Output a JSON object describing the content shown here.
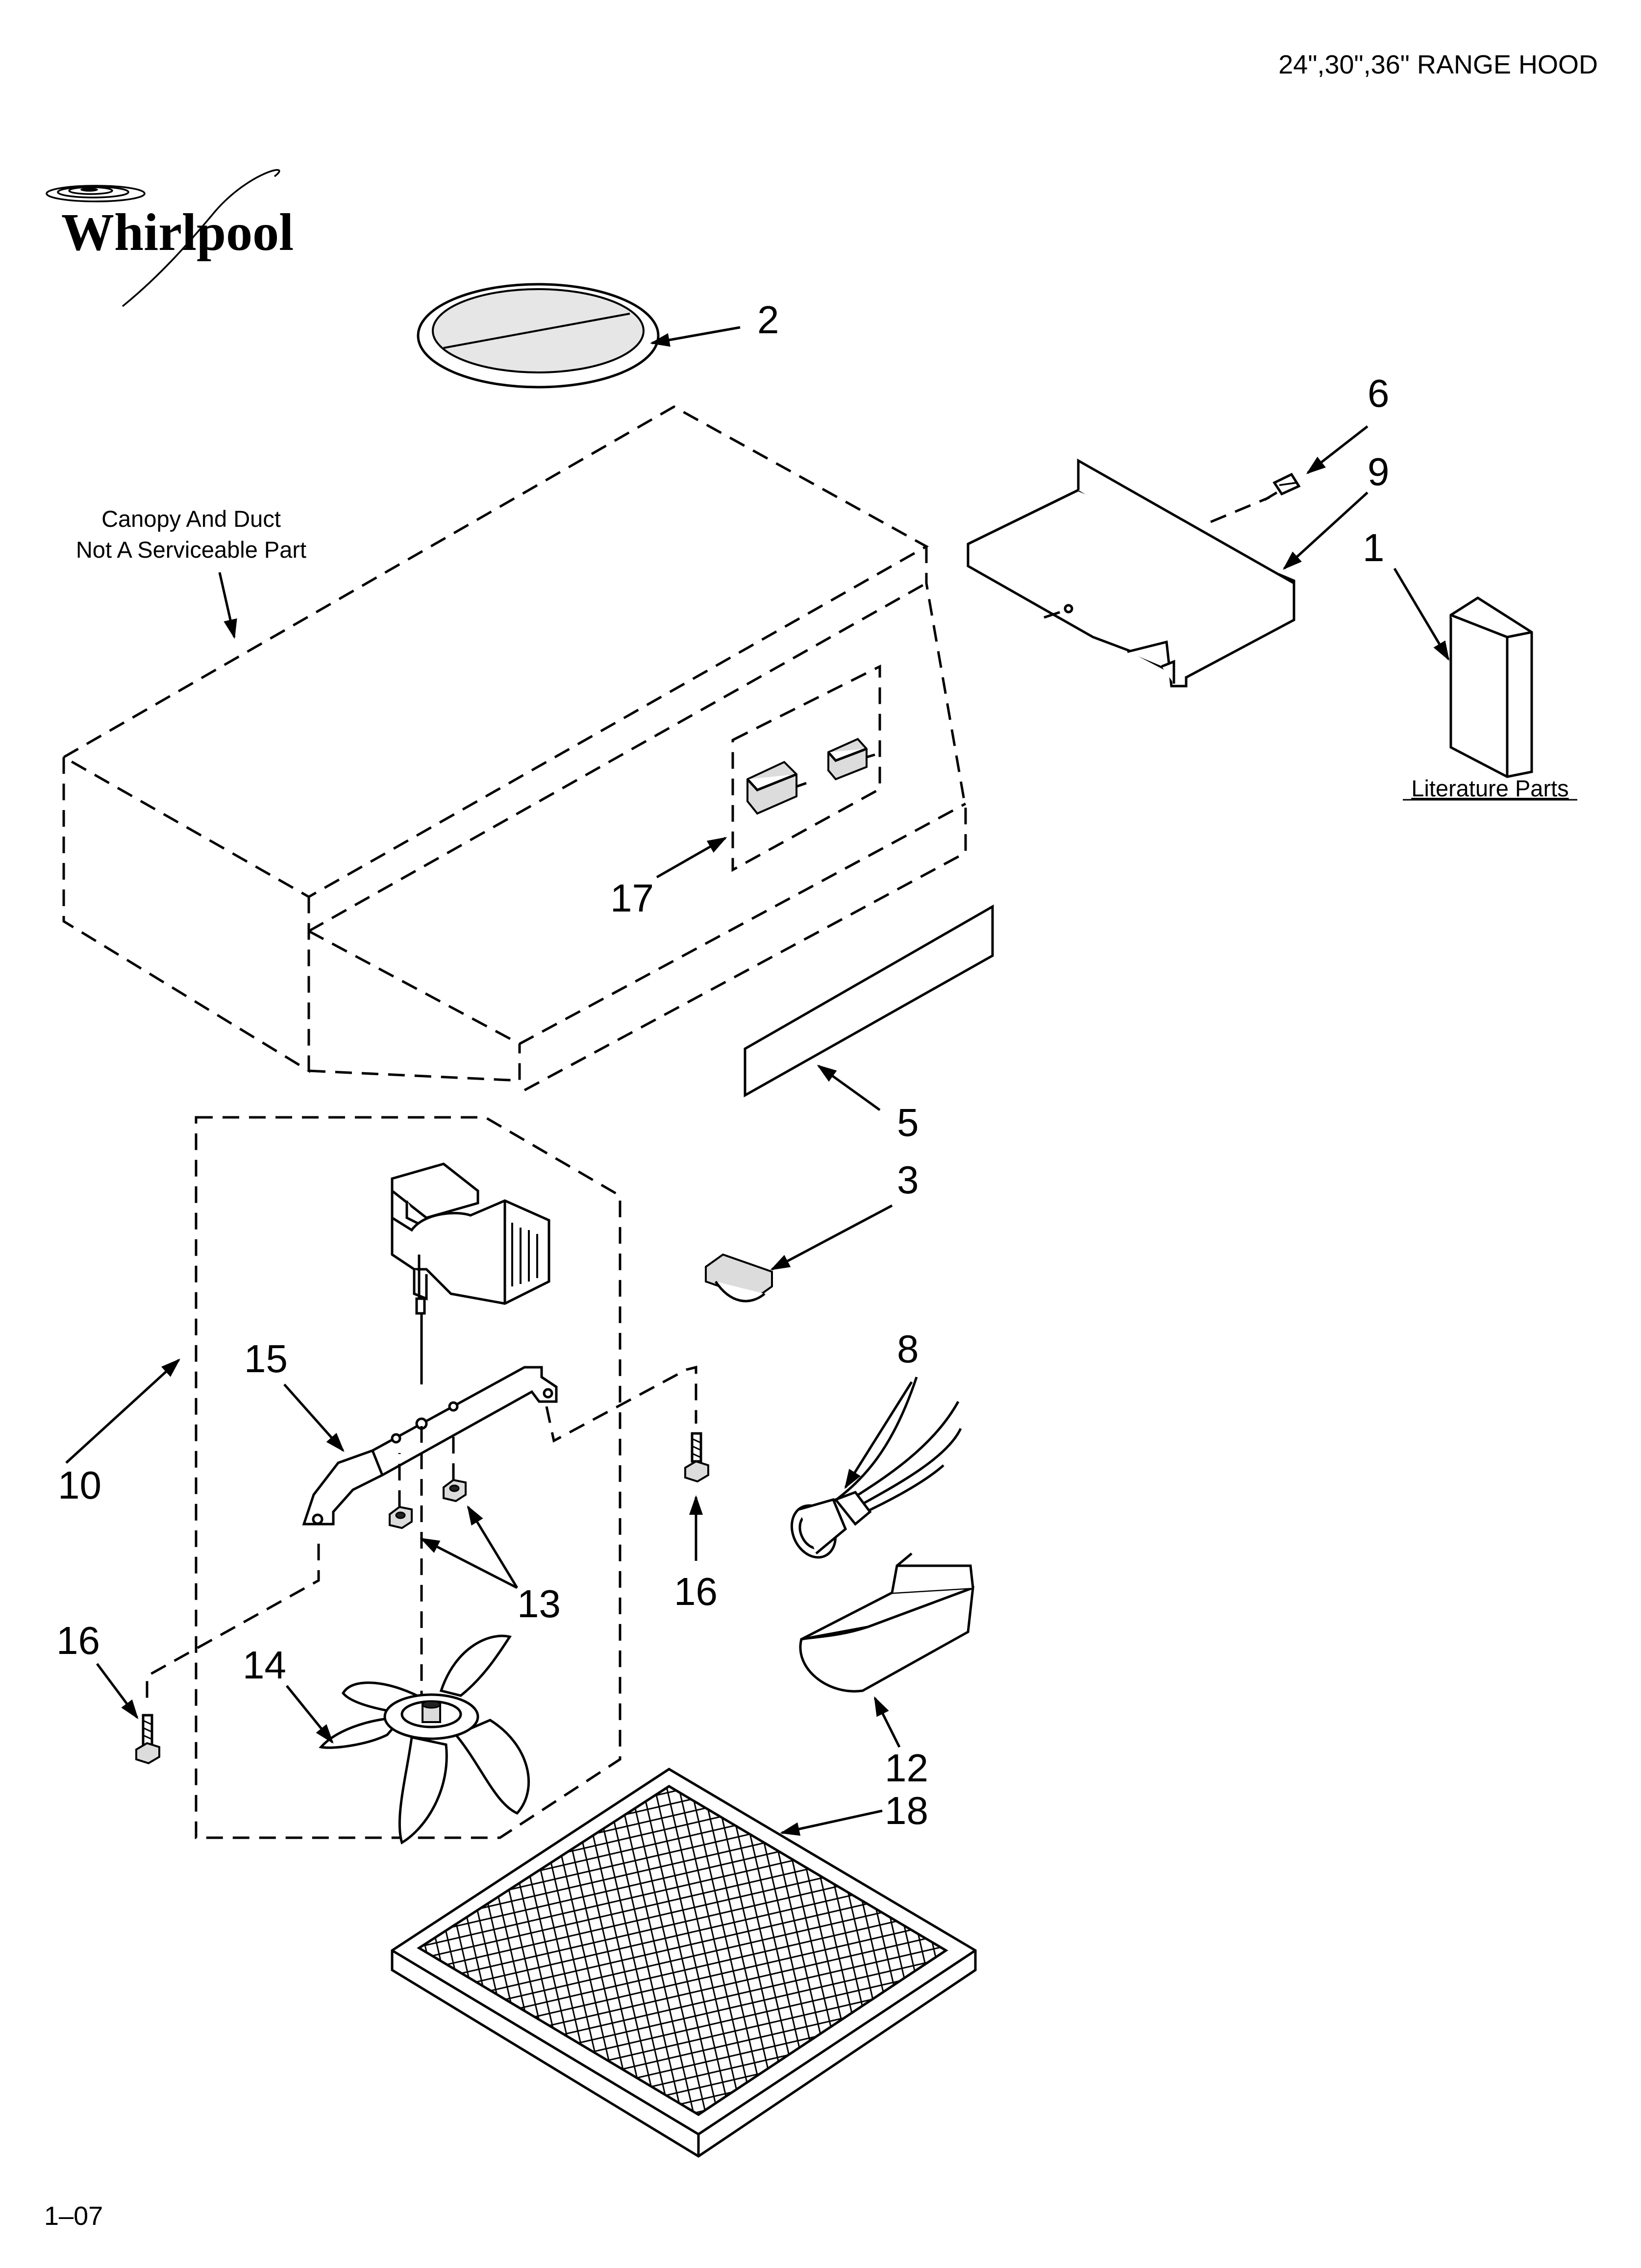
{
  "header": {
    "title": "24\",30\",36\" RANGE HOOD"
  },
  "logo": {
    "brand": "Whirlpool"
  },
  "notes": {
    "canopy_line1": "Canopy And Duct",
    "canopy_line2": "Not A Serviceable Part",
    "literature": "Literature Parts"
  },
  "callouts": {
    "c1": "1",
    "c2": "2",
    "c3": "3",
    "c5": "5",
    "c6": "6",
    "c8": "8",
    "c9": "9",
    "c10": "10",
    "c12": "12",
    "c13": "13",
    "c14": "14",
    "c15": "15",
    "c16a": "16",
    "c16b": "16",
    "c17": "17",
    "c18": "18"
  },
  "footer": {
    "date_code": "1–07"
  }
}
